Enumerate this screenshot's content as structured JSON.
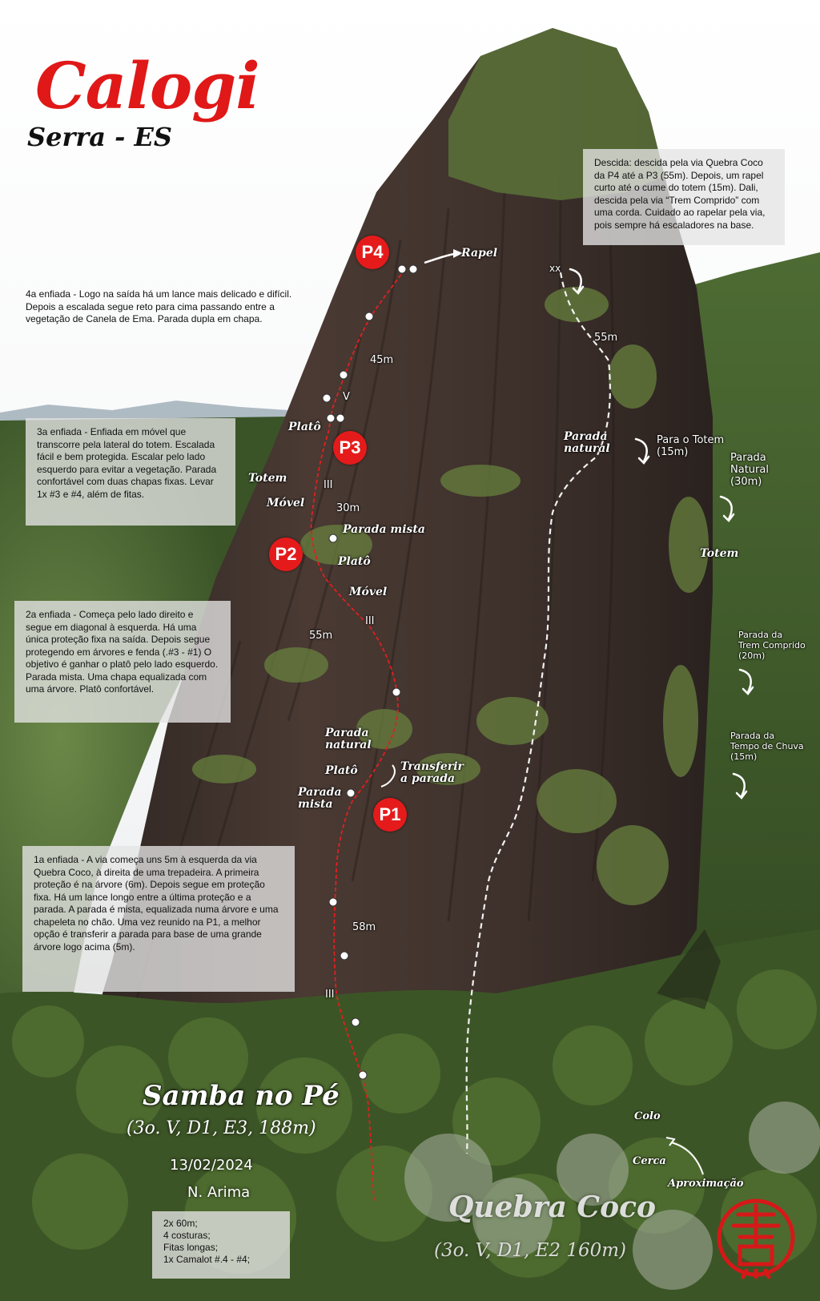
{
  "title": "Calogi",
  "subtitle": "Serra - ES",
  "colors": {
    "accent": "#e51b1b",
    "route_line": "#e02020",
    "descent_line": "#f2f2f2",
    "box_bg": "#e4e4e4"
  },
  "descent_box": "Descida: descida pela via Quebra Coco da P4 até a P3 (55m). Depois, um rapel curto até o cume do totem (15m). Dali, descida pela via “Trem Comprido” com uma corda. Cuidado ao rapelar pela via, pois sempre há escaladores na base.",
  "pitches": {
    "p4": "4a enfiada - Logo na saída há um lance mais delicado e difícil. Depois a escalada segue reto para cima passando entre a vegetação de Canela de Ema. Parada dupla em chapa.",
    "p3": "3a enfiada - Enfiada em móvel que transcorre pela lateral do totem. Escalada fácil e bem protegida. Escalar pelo lado esquerdo para evitar a vegetação. Parada confortável com duas chapas fixas. Levar 1x #3 e #4, além de fitas.",
    "p2": "2a enfiada - Começa pelo lado direito e segue em diagonal à esquerda. Há uma única proteção fixa na saída. Depois segue protegendo em árvores e fenda (.#3 - #1) O objetivo é ganhar o platô pelo lado esquerdo. Parada mista. Uma chapa equalizada com uma árvore. Platô confortável.",
    "p1": "1a enfiada - A via começa uns 5m à esquerda da via Quebra Coco, à direita de uma trepadeira. A primeira proteção é na árvore (6m). Depois segue em proteção fixa. Há um lance longo entre a última proteção e a parada. A parada é mista, equalizada numa árvore e uma chapeleta no chão. Uma vez reunido na P1, a melhor opção é transferir a parada para base de uma grande árvore logo acima (5m)."
  },
  "belays": {
    "p1": "P1",
    "p2": "P2",
    "p3": "P3",
    "p4": "P4"
  },
  "labels": {
    "rapel": "Rapel",
    "plato_top": "Platô",
    "totem": "Totem",
    "movel": "Móvel",
    "parada_mista_mid": "Parada mista",
    "plato_mid": "Platô",
    "movel_mid": "Móvel",
    "parada_natural_l1": "Parada",
    "parada_natural_l2": "natural",
    "plato_low": "Platô",
    "parada_mista_l1": "Parada",
    "parada_mista_l2": "mista",
    "transferir_l1": "Transferir",
    "transferir_l2": "a parada",
    "parada_natural_r_l1": "Parada",
    "parada_natural_r_l2": "natural",
    "totem_right": "Totem"
  },
  "distances": {
    "d45": "45m",
    "d30": "30m",
    "d55": "55m",
    "d58": "58m",
    "d55r": "55m"
  },
  "grades": {
    "g_v": "V",
    "g_iii_a": "III",
    "g_iii_b": "III",
    "g_iii_c": "III"
  },
  "marks": {
    "xx": "xx"
  },
  "right_labels": {
    "para_totem_l1": "Para o Totem",
    "para_totem_l2": "(15m)",
    "parada_natural_l1": "Parada",
    "parada_natural_l2": "Natural",
    "parada_natural_l3": "(30m)",
    "trem_l1": "Parada da",
    "trem_l2": "Trem Comprido",
    "trem_l3": "(20m)",
    "chuva_l1": "Parada da",
    "chuva_l2": "Tempo de Chuva",
    "chuva_l3": "(15m)"
  },
  "route": {
    "name": "Samba no Pé",
    "grade": "(3o. V, D1, E3, 188m)",
    "date": "13/02/2024",
    "author": "N. Arima"
  },
  "gear": [
    "2x 60m;",
    "4 costuras;",
    "Fitas longas;",
    "1x Camalot #.4 - #4;"
  ],
  "quebra_coco": {
    "name": "Quebra Coco",
    "grade": "(3o. V, D1, E2 160m)"
  },
  "approach": {
    "colo": "Colo",
    "cerca": "Cerca",
    "aproximacao": "Aproximação"
  }
}
